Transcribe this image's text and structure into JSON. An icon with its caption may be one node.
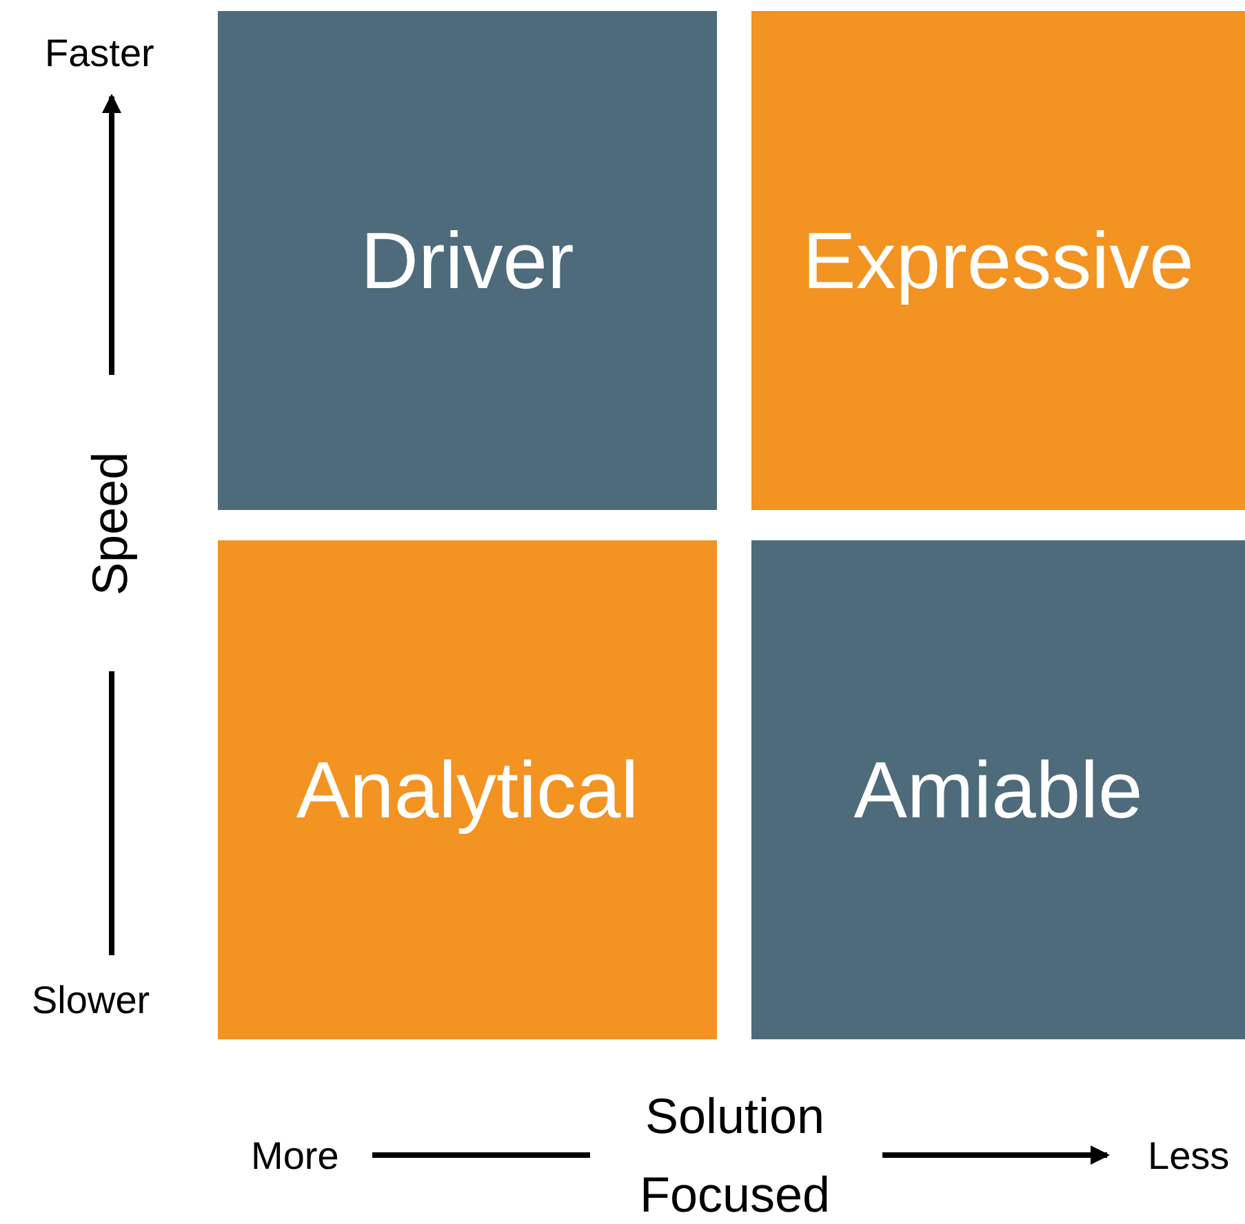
{
  "diagram": {
    "nodes": [
      {
        "text": [
          "Driver"
        ]
      },
      {
        "text": [
          "Expressive"
        ]
      },
      {
        "text": [
          "Analytical"
        ]
      },
      {
        "text": [
          "Amiable"
        ]
      }
    ],
    "labels": [
      "Faster",
      "Speed",
      "Slower",
      "More",
      "Solution Focused",
      "Less"
    ]
  }
}
